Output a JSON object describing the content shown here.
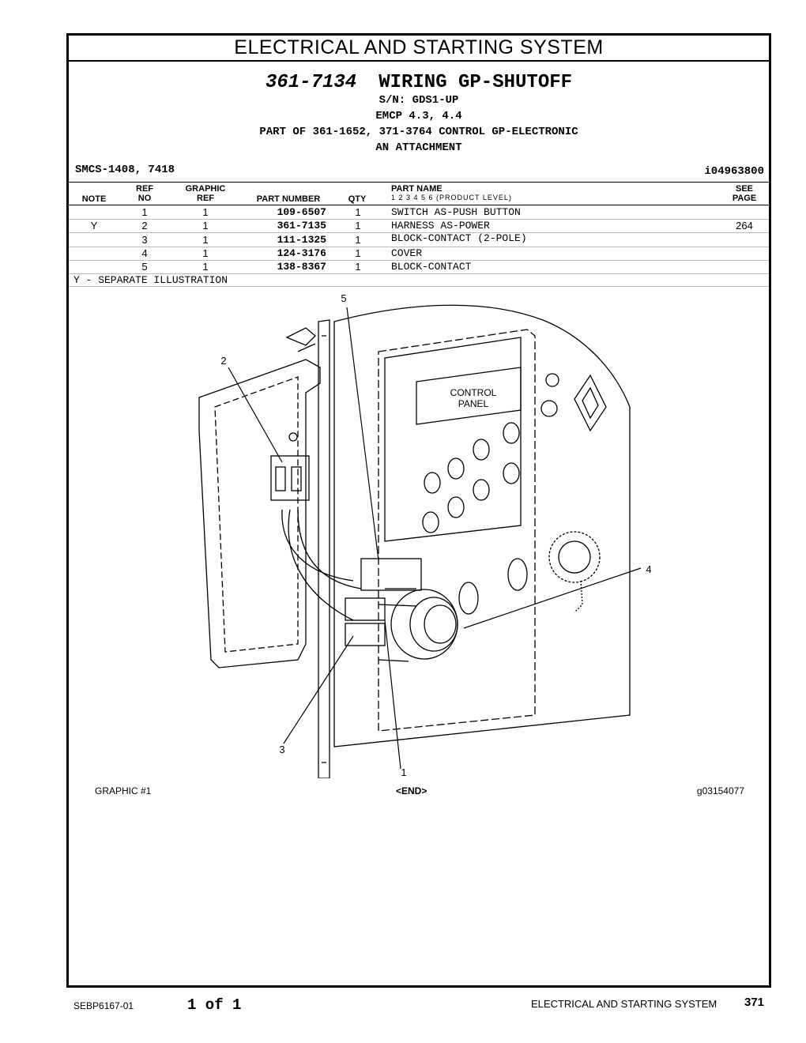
{
  "section_title": "ELECTRICAL AND STARTING SYSTEM",
  "group": {
    "part_number": "361-7134",
    "name": "WIRING GP-SHUTOFF",
    "lines": [
      "S/N: GDS1-UP",
      "EMCP 4.3, 4.4",
      "PART OF 361-1652, 371-3764 CONTROL GP-ELECTRONIC",
      "AN ATTACHMENT"
    ]
  },
  "smcs": "SMCS-1408, 7418",
  "ident": "i04963800",
  "table": {
    "headers": {
      "note": "NOTE",
      "ref_no_1": "REF",
      "ref_no_2": "NO",
      "graphic_ref_1": "GRAPHIC",
      "graphic_ref_2": "REF",
      "part_number": "PART NUMBER",
      "qty": "QTY",
      "part_name": "PART NAME",
      "product_levels": "1  2  3  4  5  6   (PRODUCT LEVEL)",
      "see_page_1": "SEE",
      "see_page_2": "PAGE"
    },
    "rows": [
      {
        "note": "",
        "ref_no": "1",
        "graphic_ref": "1",
        "part_number": "109-6507",
        "qty": "1",
        "part_name": "SWITCH AS-PUSH BUTTON",
        "see_page": ""
      },
      {
        "note": "Y",
        "ref_no": "2",
        "graphic_ref": "1",
        "part_number": "361-7135",
        "qty": "1",
        "part_name": "HARNESS AS-POWER",
        "see_page": "264"
      },
      {
        "note": "",
        "ref_no": "3",
        "graphic_ref": "1",
        "part_number": "111-1325",
        "qty": "1",
        "part_name": "BLOCK-CONTACT (2-POLE)",
        "see_page": ""
      },
      {
        "note": "",
        "ref_no": "4",
        "graphic_ref": "1",
        "part_number": "124-3176",
        "qty": "1",
        "part_name": "COVER",
        "see_page": ""
      },
      {
        "note": "",
        "ref_no": "5",
        "graphic_ref": "1",
        "part_number": "138-8367",
        "qty": "1",
        "part_name": "BLOCK-CONTACT",
        "see_page": ""
      }
    ],
    "footnote": "Y - SEPARATE ILLUSTRATION"
  },
  "illustration": {
    "panel_label_1": "CONTROL",
    "panel_label_2": "PANEL",
    "callouts": [
      "1",
      "2",
      "3",
      "4",
      "5"
    ],
    "graphic_label": "GRAPHIC #1",
    "end_label": "<END>",
    "graphic_id": "g03154077"
  },
  "footer": {
    "doc_id": "SEBP6167-01",
    "page_of": "1  of  1",
    "section": "ELECTRICAL  AND  STARTING  SYSTEM",
    "page_number": "371"
  }
}
